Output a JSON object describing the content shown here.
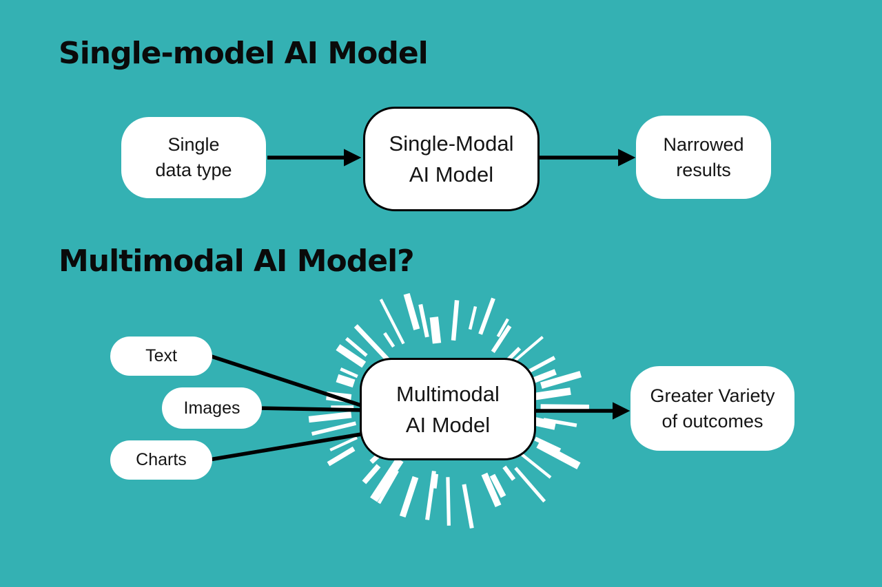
{
  "colors": {
    "background": "#34b1b3",
    "box_fill": "#ffffff",
    "line": "#000000",
    "ray": "#ffffff",
    "text": "#151515"
  },
  "sections": {
    "single": {
      "title": "Single-model AI Model",
      "input_line1": "Single",
      "input_line2": "data type",
      "model_line1": "Single-Modal",
      "model_line2": "AI Model",
      "output_line1": "Narrowed",
      "output_line2": "results"
    },
    "multi": {
      "title": "Multimodal AI Model?",
      "inputs": [
        "Text",
        "Images",
        "Charts"
      ],
      "model_line1": "Multimodal",
      "model_line2": "AI Model",
      "output_line1": "Greater Variety",
      "output_line2": "of outcomes"
    }
  }
}
